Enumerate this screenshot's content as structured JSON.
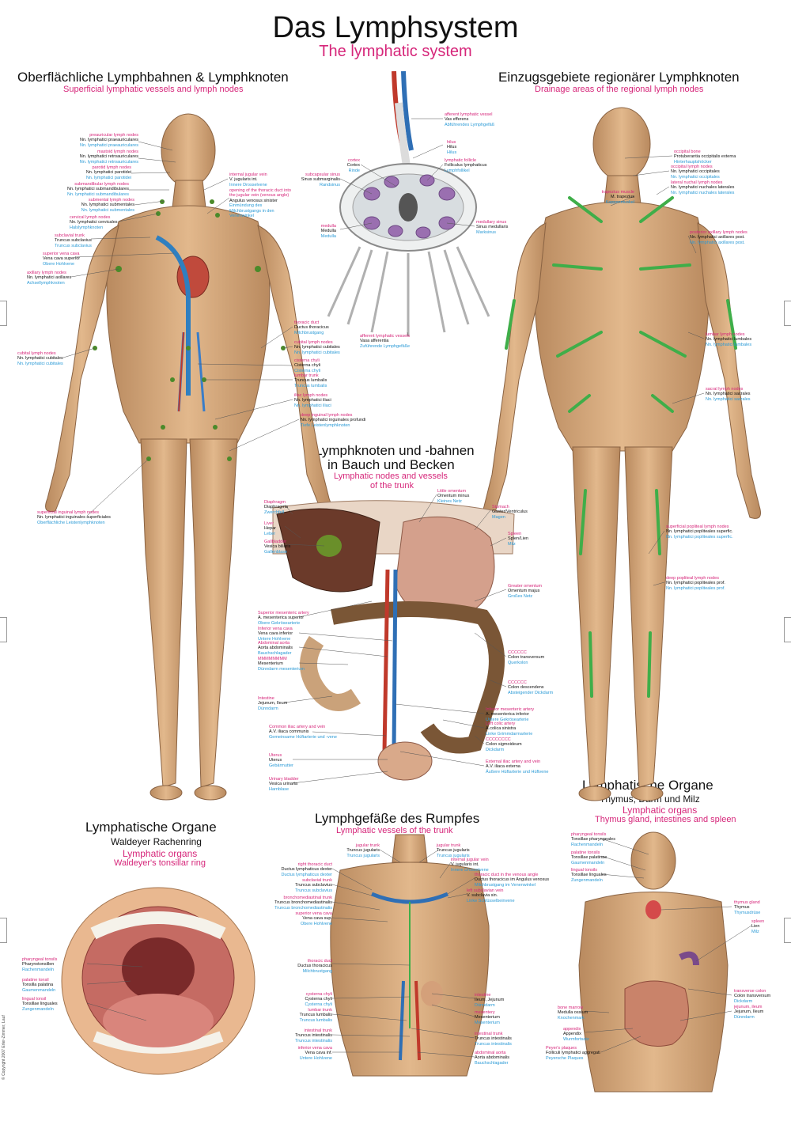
{
  "title_de": "Das Lymphsystem",
  "title_en": "The lymphatic system",
  "copyright": "© Copyright 2007 Erler-Zimmer, Lauf",
  "sections": {
    "s1_de": "Oberflächliche Lymphbahnen & Lymphknoten",
    "s1_en": "Superficial lymphatic vessels and lymph nodes",
    "s2_de": "Einzugsgebiete regionärer Lymphknoten",
    "s2_en": "Drainage areas of the regional lymph nodes",
    "s3_de1": "Lymphknoten und -bahnen",
    "s3_de2": "in Bauch und Becken",
    "s3_en1": "Lymphatic nodes and vessels",
    "s3_en2": "of the trunk",
    "s4_de1": "Lymphatische Organe",
    "s4_de2": "Waldeyer Rachenring",
    "s4_en1": "Lymphatic organs",
    "s4_en2": "Waldeyer's tonsillar ring",
    "s5_de": "Lymphgefäße des Rumpfes",
    "s5_en": "Lymphatic vessels of the trunk",
    "s6_de1": "Lymphatische Organe",
    "s6_de2": "Thymus, Darm und Milz",
    "s6_en1": "Lymphatic organs",
    "s6_en2": "Thymus gland, intestines and spleen"
  },
  "labels": [
    {
      "en": "preauricular lymph nodes",
      "la": "Nn. lymphatici praeauriculares",
      "de": "Nn. lymphatici praeauriculares"
    },
    {
      "en": "mastoid lymph nodes",
      "la": "Nn. lymphatici retroauriculares",
      "de": "Nn. lymphatici retroauriculares"
    },
    {
      "en": "parotid lymph nodes",
      "la": "Nn. lymphatici parotidei",
      "de": "Nn. lymphatici parotidei"
    },
    {
      "en": "submandibular lymph nodes",
      "la": "Nn. lymphatici submandibulares",
      "de": "Nn. lymphatici submandibulares"
    },
    {
      "en": "submental lymph nodes",
      "la": "Nn. lymphatici submentales",
      "de": "Nn. lymphatici submentales"
    },
    {
      "en": "cervical lymph nodes",
      "la": "Nn. lymphatici cervicales",
      "de": "Halslymphknoten"
    },
    {
      "en": "subclavial trunk",
      "la": "Truncus subclavius",
      "de": "Truncus subclavius"
    },
    {
      "en": "superior vena cava",
      "la": "Vena cava superior",
      "de": "Obere Hohlvene"
    },
    {
      "en": "axillary lymph nodes",
      "la": "Nn. lymphatici axillares",
      "de": "Achsellymphknoten"
    },
    {
      "en": "cubital lymph nodes",
      "la": "Nn. lymphatici cubitales",
      "de": "Nn. lymphatici cubitales"
    },
    {
      "en": "superficial inguinal lymph nodes",
      "la": "Nn. lymphatici inguinales superficiales",
      "de": "Oberflächliche Leistenlymphknoten"
    },
    {
      "en": "internal jugular vein",
      "la": "V. jugularis int.",
      "de": "Innere Drosselvene"
    },
    {
      "en": "opening of the thoracic duct into the jugular vein (venous angle)",
      "la": "Angulus venosus sinister",
      "de": "Einmündung des Milchbrustgangs in den Venenwinkel"
    },
    {
      "en": "thoracic duct",
      "la": "Ductus thoracicus",
      "de": "Milchbrustgang"
    },
    {
      "en": "cubital lymph nodes",
      "la": "Nn. lymphatici cubitales",
      "de": "Nn. lymphatici cubitales"
    },
    {
      "en": "cisterna chyli",
      "la": "Cisterna chyli",
      "de": "Cisterna chyli"
    },
    {
      "en": "lumbar trunk",
      "la": "Truncus lumbalis",
      "de": "Truncus lumbalis"
    },
    {
      "en": "iliac lymph nodes",
      "la": "Nn. lymphatici iliaci",
      "de": "Nn. lymphatici iliaci"
    },
    {
      "en": "deep inguinal lymph nodes",
      "la": "Nn. lymphatici inguinales profundi",
      "de": "Tiefe Leistenlymphknoten"
    },
    {
      "en": "afferent lymphatic vessel",
      "la": "Vas efferens",
      "de": "Abführendes Lymphgefäß"
    },
    {
      "en": "hilus",
      "la": "Hilus",
      "de": "Hilus"
    },
    {
      "en": "cortex",
      "la": "Cortex",
      "de": "Rinde"
    },
    {
      "en": "lymphatic follicle",
      "la": "Folliculus lymphaticus",
      "de": "Lymphfollikel"
    },
    {
      "en": "subcapsular sinus",
      "la": "Sinus submarginalis",
      "de": "Randsinus"
    },
    {
      "en": "medulla",
      "la": "Medulla",
      "de": "Medulla"
    },
    {
      "en": "medullary sinus",
      "la": "Sinus medullaris",
      "de": "Marksinus"
    },
    {
      "en": "afferent lymphatic vessels",
      "la": "Vasa afferentia",
      "de": "Zuführende Lymphgefäße"
    },
    {
      "en": "occipital bone",
      "la": "Protuberantia occipitalis externa",
      "de": "Hinterhauptshöcker"
    },
    {
      "en": "occipital lymph nodes",
      "la": "Nn. lymphatici occipitales",
      "de": "Nn. lymphatici occipitales"
    },
    {
      "en": "lateral nuchal lymph nodes",
      "la": "Nn. lymphatici nuchales laterales",
      "de": "Nn. lymphatici nuchales laterales"
    },
    {
      "en": "trapezius muscle",
      "la": "M. trapezius",
      "de": "Kappenmuskel"
    },
    {
      "en": "posterior axillary lymph nodes",
      "la": "Nn. lymphatici axillares post.",
      "de": "Nn. lymphatici axillares post."
    },
    {
      "en": "lumbar lymph nodes",
      "la": "Nn. lymphatici lumbales",
      "de": "Nn. lymphatici lumbales"
    },
    {
      "en": "sacral lymph nodes",
      "la": "Nn. lymphatici sacrales",
      "de": "Nn. lymphatici sacrales"
    },
    {
      "en": "superficial popliteal lymph nodes",
      "la": "Nn. lymphatici popliteales superfic.",
      "de": "Nn. lymphatici popliteales superfic."
    },
    {
      "en": "deep popliteal lymph nodes",
      "la": "Nn. lymphatici popliteales prof.",
      "de": "Nn. lymphatici popliteales prof."
    },
    {
      "en": "Diaphragm",
      "la": "Diaphragma",
      "de": "Zwerchfell"
    },
    {
      "en": "Liver",
      "la": "Hepar",
      "de": "Leber"
    },
    {
      "en": "Gallbladder",
      "la": "Vesica biliaris",
      "de": "Gallenblase"
    },
    {
      "en": "Superior mesenteric artery",
      "la": "A. mesenterica superior",
      "de": "Obere Gekrösearterie"
    },
    {
      "en": "Inferior vena cava",
      "la": "Vena cava inferior",
      "de": "Untere Hohlvene"
    },
    {
      "en": "Abdominal aorta",
      "la": "Aorta abdominalis",
      "de": "Bauchschlagader"
    },
    {
      "en": "MMMMMMMM",
      "la": "Mesenterium",
      "de": "Dünndarm mesenterium"
    },
    {
      "en": "Intestine",
      "la": "Jejunum, Ileum",
      "de": "Dünndarm"
    },
    {
      "en": "Common iliac artery and vein",
      "la": "A.V. iliaca communis",
      "de": "Gemeinsame Hüftarterie und -vene"
    },
    {
      "en": "Uterus",
      "la": "Uterus",
      "de": "Gebärmutter"
    },
    {
      "en": "Urinary bladder",
      "la": "Vesica urinaria",
      "de": "Harnblase"
    },
    {
      "en": "Little omentum",
      "la": "Omentum minus",
      "de": "Kleines Netz"
    },
    {
      "en": "Stomach",
      "la": "Gaster/Ventriculus",
      "de": "Magen"
    },
    {
      "en": "Spleen",
      "la": "Splen/Lien",
      "de": "Milz"
    },
    {
      "en": "Greater omentum",
      "la": "Omentum majus",
      "de": "Großes Netz"
    },
    {
      "en": "CCCCCC",
      "la": "Colon transversum",
      "de": "Querkolon"
    },
    {
      "en": "CCCCCC",
      "la": "Colon descendens",
      "de": "Absteigender Dickdarm"
    },
    {
      "en": "Inferior mesenteric artery",
      "la": "A. mesenterica inferior",
      "de": "Untere Gekrösearterie"
    },
    {
      "en": "Left colic artery",
      "la": "A.colica sinistra",
      "de": "Linke Grimmdarmarterie"
    },
    {
      "en": "CCCCCCCC",
      "la": "Colon sigmoideum",
      "de": "Dickdarm"
    },
    {
      "en": "External iliac artery and vein",
      "la": "A.V. iliaca externa",
      "de": "Äußere Hüftarterie und Hüftvene"
    },
    {
      "en": "pharyngeal tonsils",
      "la": "Pharynxtonsillen",
      "de": "Rachenmandeln"
    },
    {
      "en": "palatine tonsil",
      "la": "Tonsilla palatina",
      "de": "Gaumenmandeln"
    },
    {
      "en": "lingual tonsil",
      "la": "Tonsillae linguales",
      "de": "Zungenmandeln"
    },
    {
      "en": "jugular trunk",
      "la": "Truncus jugularis",
      "de": "Truncus jugularis"
    },
    {
      "en": "right thoracic duct",
      "la": "Ductus lymphaticus dexter",
      "de": "Ductus lymphaticus dexter"
    },
    {
      "en": "subclavial trunk",
      "la": "Truncus subclavius",
      "de": "Truncus subclavius"
    },
    {
      "en": "bronchomediastinal trunk",
      "la": "Truncus bronchomediastinalis",
      "de": "Truncus bronchomediastinalis"
    },
    {
      "en": "superior vena cava",
      "la": "Vena cava sup.",
      "de": "Obere Hohlvene"
    },
    {
      "en": "thoracic duct",
      "la": "Ductus thoracicus",
      "de": "Milchbrustgang"
    },
    {
      "en": "cysterna chyli",
      "la": "Cysterna chyli",
      "de": "Cysterna chyli"
    },
    {
      "en": "lumbar trunk",
      "la": "Truncus lumbalis",
      "de": "Truncus lumbalis"
    },
    {
      "en": "intestinal trunk",
      "la": "Truncus intestinalis",
      "de": "Truncus intestinalis"
    },
    {
      "en": "inferior vena cava",
      "la": "Vena cava inf.",
      "de": "Untere Hohlvene"
    },
    {
      "en": "jugular trunk",
      "la": "Truncus jugularis",
      "de": "Truncus jugularis"
    },
    {
      "en": "internal jugular vein",
      "la": "V. jugularis int.",
      "de": "Innere Drosselvene"
    },
    {
      "en": "thoracic duct in the venous angle",
      "la": "Ductus thoracicus im Angulus venosus",
      "de": "Milchbrustgang im Venenwinkel"
    },
    {
      "en": "left subclavian vein",
      "la": "V. subclavia sin.",
      "de": "Linke Schlüsselbeinvene"
    },
    {
      "en": "intestine",
      "la": "Ileum, Jejunum",
      "de": "Dünndarm"
    },
    {
      "en": "mesentery",
      "la": "Mesenterium",
      "de": "Mesenterium"
    },
    {
      "en": "intestinal trunk",
      "la": "Truncus intestinalis",
      "de": "Truncus intestinalis"
    },
    {
      "en": "abdominal aorta",
      "la": "Aorta abdominalis",
      "de": "Bauchschlagader"
    },
    {
      "en": "pharyngeal tonsils",
      "la": "Tonsillae pharyngeales",
      "de": "Rachenmandeln"
    },
    {
      "en": "palatine tonsils",
      "la": "Tonsillae palatinae",
      "de": "Gaumenmandeln"
    },
    {
      "en": "lingual tonsils",
      "la": "Tonsillae linguales",
      "de": "Zungenmandeln"
    },
    {
      "en": "thymus gland",
      "la": "Thymus",
      "de": "Thymusdrüse"
    },
    {
      "en": "spleen",
      "la": "Lien",
      "de": "Milz"
    },
    {
      "en": "transverse colon",
      "la": "Colon transversum",
      "de": "Dickdarm"
    },
    {
      "en": "jejunum, ileum",
      "la": "Jejunum, Ileum",
      "de": "Dünndarm"
    },
    {
      "en": "bone marrow",
      "la": "Medulla ossium",
      "de": "Knochenmark"
    },
    {
      "en": "appendix",
      "la": "Appendix",
      "de": "Wurmfortsatz"
    },
    {
      "en": "Peyer's plaques",
      "la": "Folliculi lymphatici aggregati",
      "de": "Peyersche Plaques"
    }
  ]
}
